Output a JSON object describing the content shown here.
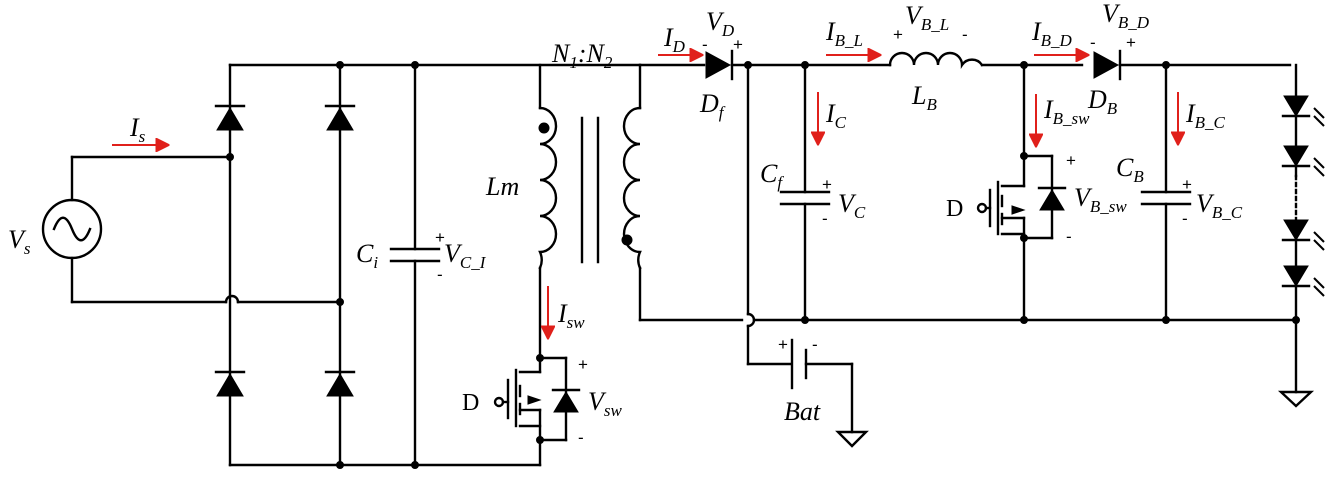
{
  "diagram": {
    "labels": {
      "vs": {
        "main": "V",
        "sub": "s"
      },
      "is": {
        "main": "I",
        "sub": "s"
      },
      "ci": {
        "main": "C",
        "sub": "i"
      },
      "vci": {
        "main": "V",
        "sub": "C_I"
      },
      "lm": {
        "main": "Lm"
      },
      "isw": {
        "main": "I",
        "sub": "sw"
      },
      "vsw": {
        "main": "V",
        "sub": "sw"
      },
      "gate1": {
        "main": "D"
      },
      "ratio": {
        "n1": "N",
        "n1sub": "1",
        "colon": ":",
        "n2": "N",
        "n2sub": "2"
      },
      "id": {
        "main": "I",
        "sub": "D"
      },
      "vd": {
        "main": "V",
        "sub": "D"
      },
      "df": {
        "main": "D",
        "sub": "f"
      },
      "ic": {
        "main": "I",
        "sub": "C"
      },
      "cf": {
        "main": "C",
        "sub": "f"
      },
      "vc": {
        "main": "V",
        "sub": "C"
      },
      "ibl": {
        "main": "I",
        "sub": "B_L"
      },
      "vbl": {
        "main": "V",
        "sub": "B_L"
      },
      "lb": {
        "main": "L",
        "sub": "B"
      },
      "ibd": {
        "main": "I",
        "sub": "B_D"
      },
      "vbd": {
        "main": "V",
        "sub": "B_D"
      },
      "db": {
        "main": "D",
        "sub": "B"
      },
      "ibsw": {
        "main": "I",
        "sub": "B_sw"
      },
      "vbsw": {
        "main": "V",
        "sub": "B_sw"
      },
      "gate2": {
        "main": "D"
      },
      "ibc": {
        "main": "I",
        "sub": "B_C"
      },
      "cb": {
        "main": "C",
        "sub": "B"
      },
      "vbc": {
        "main": "V",
        "sub": "B_C"
      },
      "bat": {
        "main": "Bat"
      }
    },
    "polarity": {
      "plus": "+",
      "minus": "-"
    },
    "colors": {
      "wire": "#000000",
      "current_arrow": "#e0201b"
    },
    "icons": [
      "ac-source-icon",
      "diode-icon",
      "capacitor-icon",
      "inductor-icon",
      "transformer-icon",
      "mosfet-icon",
      "battery-icon",
      "led-icon",
      "ground-icon"
    ]
  }
}
